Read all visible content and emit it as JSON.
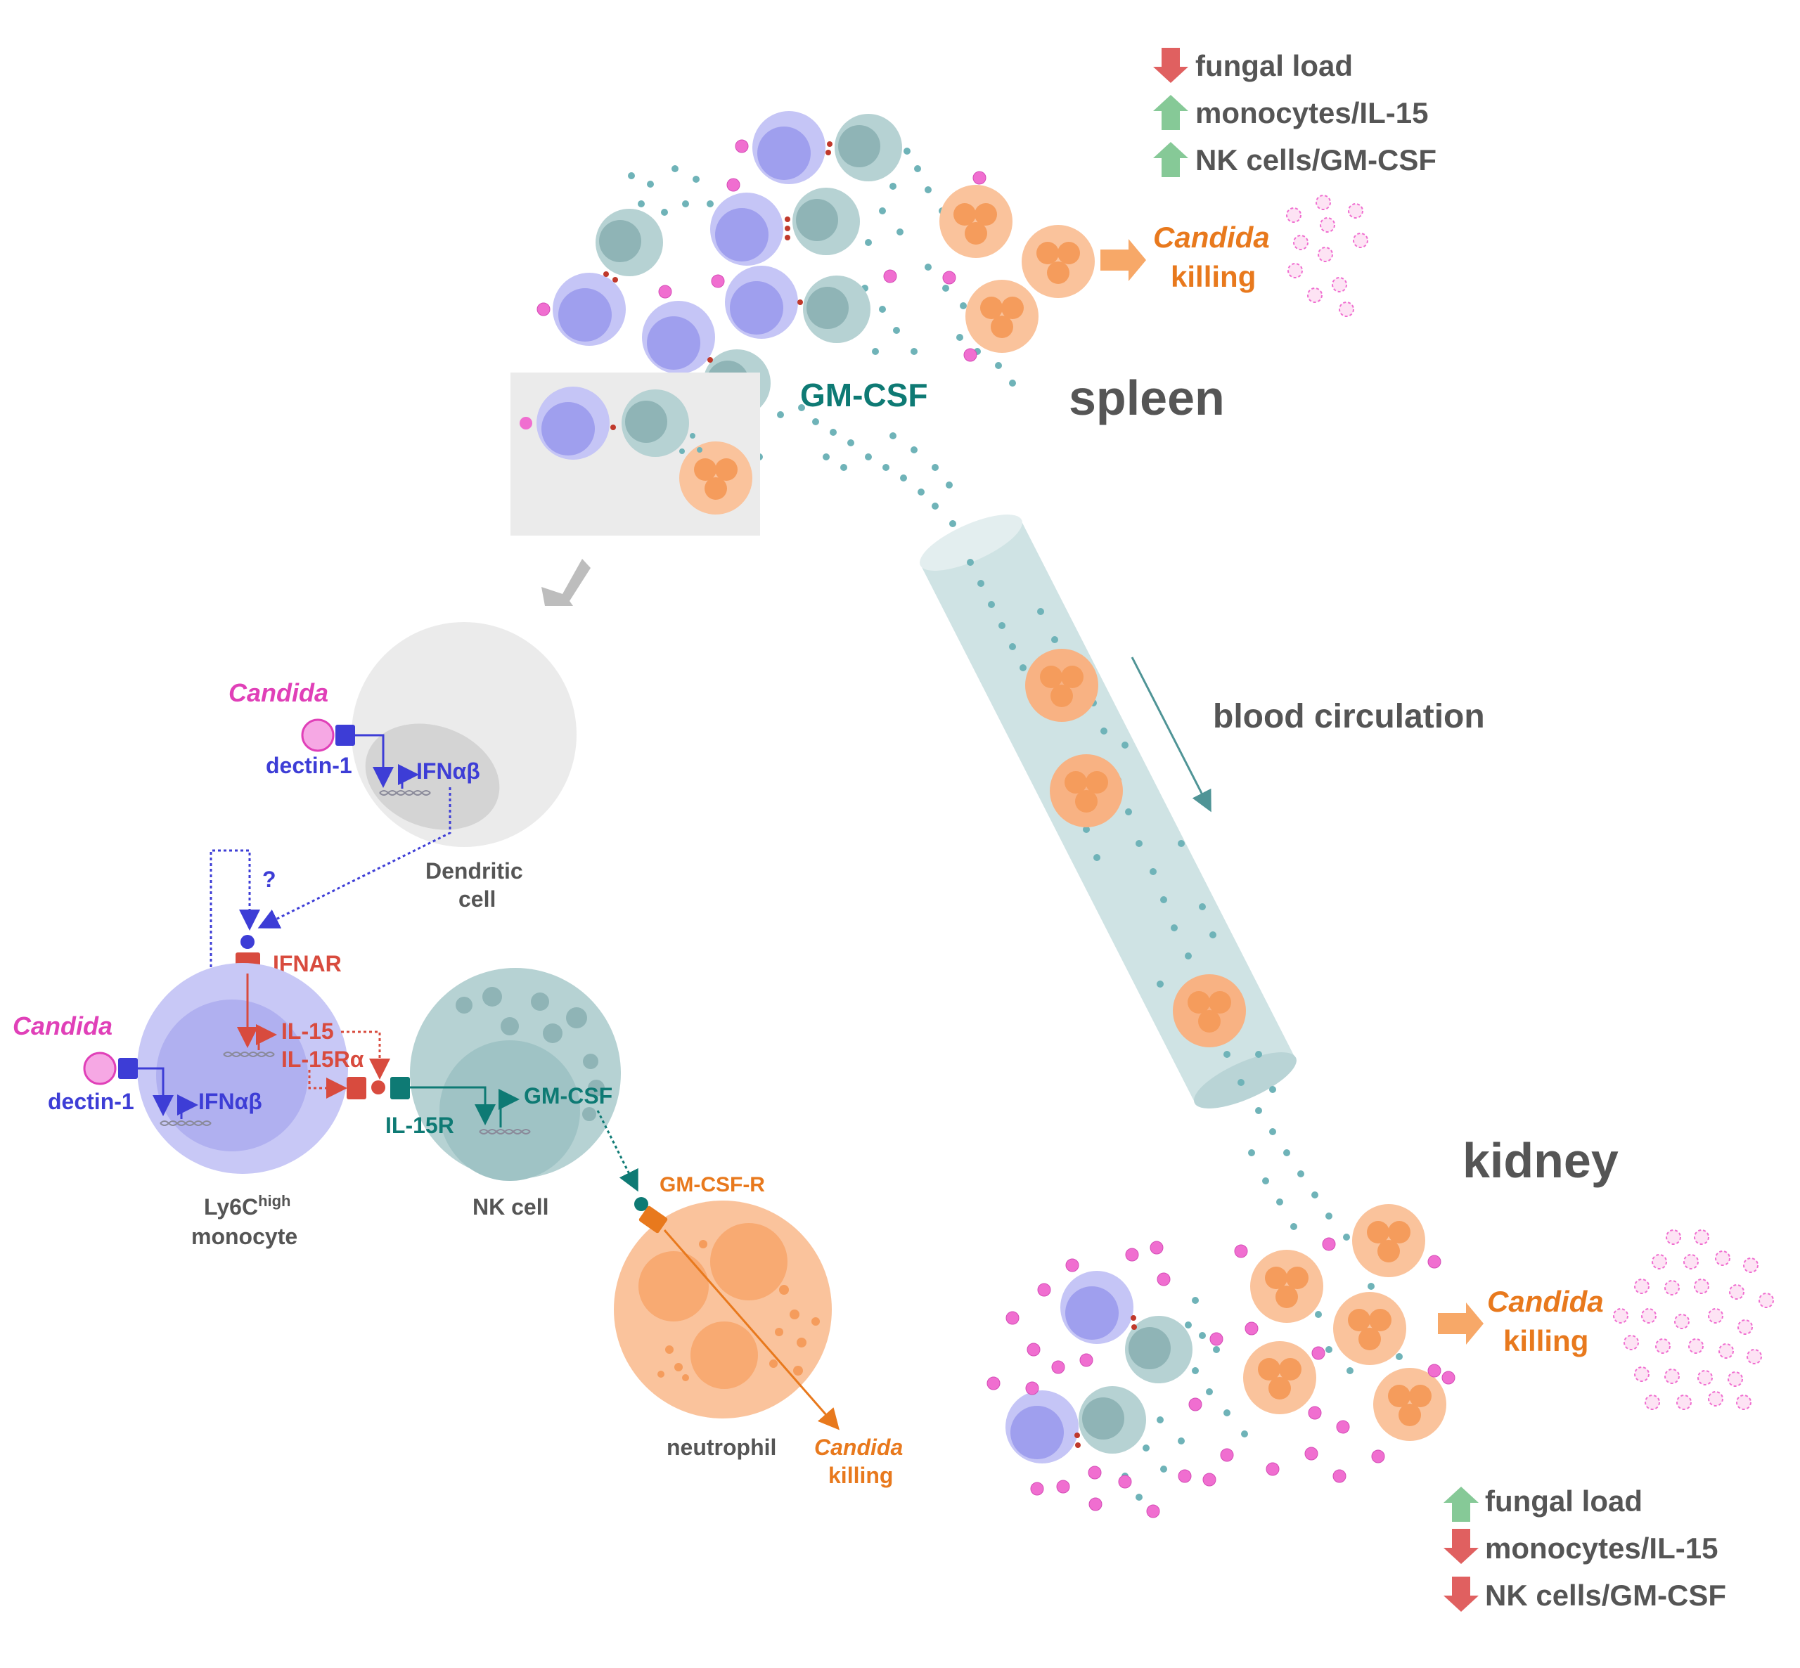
{
  "colors": {
    "grey_text": "#555555",
    "monocyte": "#b8b8f5",
    "monocyte_core": "#8d8de8",
    "nk": "#b6d2d3",
    "nk_core": "#8fb4b6",
    "neutrophil": "#fac39c",
    "neutrophil_core": "#f59c5c",
    "candida": "#f06ed0",
    "blue": "#3d3dd6",
    "red": "#d84b3e",
    "teal": "#0e7a74",
    "orange": "#e8791d",
    "dot": "#6fb3b8",
    "up_arrow": "#86c997",
    "down_arrow": "#e06060"
  },
  "spleen": {
    "title": "spleen",
    "gmcsf": "GM-CSF",
    "legend": [
      {
        "dir": "down",
        "text": "fungal load"
      },
      {
        "dir": "up",
        "text": "monocytes/IL-15"
      },
      {
        "dir": "up",
        "text": "NK cells/GM-CSF"
      }
    ],
    "killing_candida": "Candida",
    "killing_word": "killing"
  },
  "circulation": {
    "label": "blood circulation"
  },
  "kidney": {
    "title": "kidney",
    "legend": [
      {
        "dir": "up",
        "text": "fungal load"
      },
      {
        "dir": "down",
        "text": "monocytes/IL-15"
      },
      {
        "dir": "down",
        "text": "NK cells/GM-CSF"
      }
    ],
    "killing_candida": "Candida",
    "killing_word": "killing"
  },
  "mechanism": {
    "dc_candida": "Candida",
    "dc_dectin": "dectin-1",
    "dc_ifn": "IFNαβ",
    "dc_label_1": "Dendritic",
    "dc_label_2": "cell",
    "question": "?",
    "ifnar": "IFNAR",
    "mono_candida": "Candida",
    "mono_dectin": "dectin-1",
    "mono_ifn": "IFNαβ",
    "il15": "IL-15",
    "il15ra": "IL-15Rα",
    "il15r": "IL-15R",
    "nk_gmcsf": "GM-CSF",
    "gmcsfr": "GM-CSF-R",
    "mono_label_1a": "Ly6C",
    "mono_label_1b": "high",
    "mono_label_2": "monocyte",
    "nk_label": "NK cell",
    "neutrophil_label": "neutrophil",
    "neut_candida": "Candida",
    "neut_killing": "killing"
  }
}
